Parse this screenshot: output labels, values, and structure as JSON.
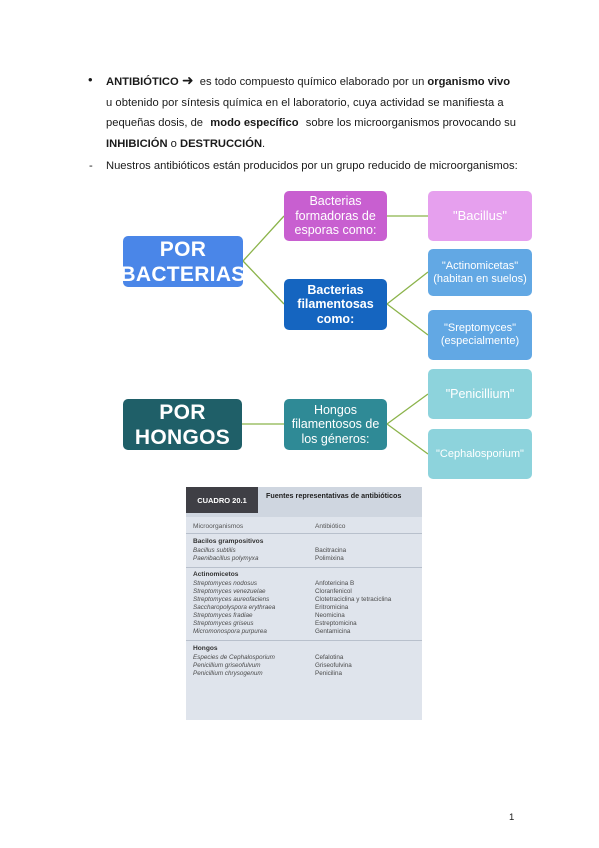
{
  "intro": {
    "term": "ANTIBIÓTICO",
    "arrow": "➜",
    "line1_rest": "es todo compuesto químico elaborado por un",
    "line1_bold": "organismo vivo",
    "line2": "u obtenido por síntesis química en el laboratorio, cuya actividad se manifiesta a",
    "line3_a": "pequeñas dosis, de",
    "line3_bold": "modo específico",
    "line3_b": "sobre los microorganismos provocando su",
    "line4_bold1": "INHIBICIÓN",
    "line4_mid": "o",
    "line4_bold2": "DESTRUCCIÓN",
    "line4_end": "."
  },
  "second": {
    "dash": "-",
    "text": "Nuestros antibióticos están producidos por un grupo reducido de microorganismos:"
  },
  "diagram": {
    "por_bacterias": {
      "line1": "POR",
      "line2": "BACTERIAS"
    },
    "por_hongos": {
      "line1": "POR",
      "line2": "HONGOS"
    },
    "bact_esporas": {
      "line1": "Bacterias",
      "line2": "formadoras de",
      "line3": "esporas como:"
    },
    "bact_filam": {
      "line1": "Bacterias",
      "line2": "filamentosas",
      "line3": "como:"
    },
    "hongos_filam": {
      "line1": "Hongos",
      "line2": "filamentosos de",
      "line3": "los géneros:"
    },
    "bacillus": "\"Bacillus\"",
    "actino": {
      "line1": "\"Actinomicetas\"",
      "line2": "(habitan en suelos)"
    },
    "strepto": {
      "line1": "\"Sreptomyces\"",
      "line2": "(especialmente)"
    },
    "penicillium": "\"Penicillium\"",
    "cephalo": "\"Cephalosporium\"",
    "colors": {
      "por_bacterias": "#4a86e8",
      "bact_esporas": "#c85fd0",
      "bacillus": "#e6a0ee",
      "bact_filam": "#1565c0",
      "actino": "#62a8e4",
      "por_hongos": "#1f5f68",
      "hongos_filam": "#2f8a96",
      "leaf_teal": "#8dd3dc",
      "line": "#8bb34a"
    }
  },
  "table": {
    "tag": "CUADRO 20.1",
    "title": "Fuentes representativas de antibióticos",
    "col1": "Microorganismos",
    "col2": "Antibiótico",
    "sections": [
      {
        "name": "Bacilos grampositivos",
        "rows": [
          [
            "Bacillus subtilis",
            "Bacitracina"
          ],
          [
            "Paenibacillus polymyxa",
            "Polimixina"
          ]
        ]
      },
      {
        "name": "Actinomicetos",
        "rows": [
          [
            "Streptomyces nodosus",
            "Anfotericina B"
          ],
          [
            "Streptomyces venezuelae",
            "Cloranfenicol"
          ],
          [
            "Streptomyces aureofaciens",
            "Clotetraciclina y tetraciclina"
          ],
          [
            "Saccharopolyspora erythraea",
            "Eritromicina"
          ],
          [
            "Streptomyces fradiae",
            "Neomicina"
          ],
          [
            "Streptomyces griseus",
            "Estreptomicina"
          ],
          [
            "Micromonospora purpurea",
            "Gentamicina"
          ]
        ]
      },
      {
        "name": "Hongos",
        "rows": [
          [
            "Especies de Cephalosporium",
            "Cefalotina"
          ],
          [
            "Penicillium griseofulvum",
            "Griseofulvina"
          ],
          [
            "Penicillium chrysogenum",
            "Penicilina"
          ]
        ]
      }
    ]
  },
  "page_number": "1"
}
